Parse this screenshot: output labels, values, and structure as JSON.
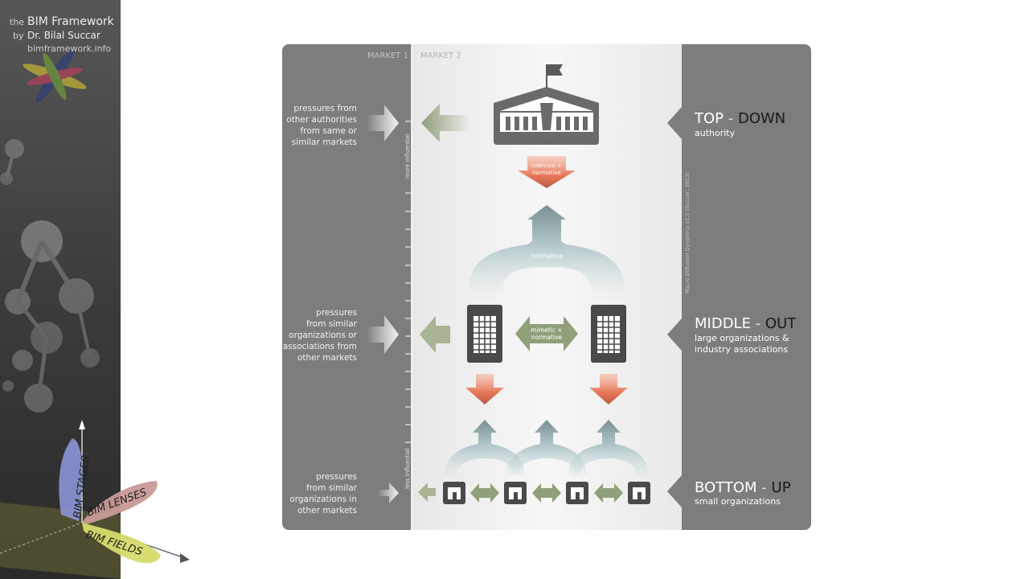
{
  "sidebar": {
    "prefix_the": "the",
    "brand": "BIM Framework",
    "prefix_by": "by",
    "author": "Dr. Bilal Succar",
    "website": "bimframework.info",
    "axis_labels": {
      "stages": "BIM STAGES",
      "lenses": "BIM LENSES",
      "fields": "BIM FIELDS"
    }
  },
  "diagram": {
    "market_labels": [
      "MARKET 1",
      "MARKET 2"
    ],
    "scale_labels": {
      "top": "more influential",
      "bottom": "less influential"
    },
    "credit": "Macro Diffusion Dynamics v1.1 (Succar, 2013)",
    "left_pressures": {
      "top": [
        "pressures from",
        "other authorities",
        "from same or",
        "similar markets"
      ],
      "middle": [
        "pressures",
        "from similar",
        "organizations or",
        "associations from",
        "other markets"
      ],
      "bottom": [
        "pressures",
        "from similar",
        "organizations in",
        "other markets"
      ]
    },
    "arrow_labels": {
      "coercive": [
        "coercive +",
        "normative"
      ],
      "normative": "normative",
      "mimetic": [
        "mimetic +",
        "normative"
      ]
    },
    "levels": {
      "top": {
        "strong1": "TOP",
        "dash": " - ",
        "strong2": "DOWN",
        "sub": [
          "authority"
        ]
      },
      "middle": {
        "strong1": "MIDDLE",
        "dash": " - ",
        "strong2": "OUT",
        "sub": [
          "large organizations &",
          "industry associations"
        ]
      },
      "bottom": {
        "strong1": "BOTTOM",
        "dash": " - ",
        "strong2": "UP",
        "sub": [
          "small organizations"
        ]
      }
    }
  },
  "colors": {
    "panel_gray": "#7d7d80",
    "accent_orange": "#e8785a",
    "accent_green": "#8fa07a",
    "teal_arrow": "#a9c0c3",
    "dark_building": "#4a4a4c"
  }
}
